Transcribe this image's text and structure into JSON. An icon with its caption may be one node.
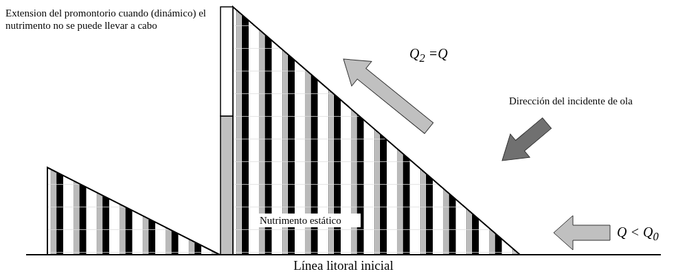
{
  "diagram": {
    "labels": [
      "Extension del promontorio cuando (dinámico) el nutrimento no se puede llevar a cabo",
      "Q$_{2}$ =Q",
      "Dirección del incidente de ola",
      "Nutrimento estático",
      "Q < Q$_{0}$",
      "Línea litoral inicial"
    ]
  }
}
